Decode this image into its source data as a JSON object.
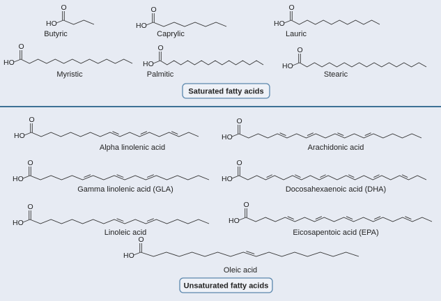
{
  "saturated": {
    "section_label": "Saturated fatty acids",
    "molecules": [
      {
        "name": "Butyric",
        "carbons": 4,
        "double_bonds": []
      },
      {
        "name": "Caprylic",
        "carbons": 8,
        "double_bonds": []
      },
      {
        "name": "Lauric",
        "carbons": 12,
        "double_bonds": []
      },
      {
        "name": "Myristic",
        "carbons": 14,
        "double_bonds": []
      },
      {
        "name": "Palmitic",
        "carbons": 16,
        "double_bonds": []
      },
      {
        "name": "Stearic",
        "carbons": 18,
        "double_bonds": []
      }
    ]
  },
  "unsaturated": {
    "section_label": "Unsaturated fatty acids",
    "molecules": [
      {
        "name": "Alpha linolenic acid",
        "carbons": 18,
        "double_bonds": [
          9,
          12,
          15
        ]
      },
      {
        "name": "Arachidonic acid",
        "carbons": 20,
        "double_bonds": [
          5,
          8,
          11,
          14
        ]
      },
      {
        "name": "Gamma linolenic acid (GLA)",
        "carbons": 18,
        "double_bonds": [
          6,
          9,
          12
        ]
      },
      {
        "name": "Docosahexaenoic acid (DHA)",
        "carbons": 22,
        "double_bonds": [
          4,
          7,
          10,
          13,
          16,
          19
        ]
      },
      {
        "name": "Linoleic acid",
        "carbons": 18,
        "double_bonds": [
          9,
          12
        ]
      },
      {
        "name": "Eicosapentoic acid (EPA)",
        "carbons": 20,
        "double_bonds": [
          5,
          8,
          11,
          14,
          17
        ]
      },
      {
        "name": "Oleic acid",
        "carbons": 18,
        "double_bonds": [
          9
        ]
      }
    ]
  },
  "atoms": {
    "hydroxyl": "HO",
    "oxygen": "O"
  },
  "colors": {
    "background": "#e7ebf3",
    "divider": "#3d7196",
    "box_border": "#5b87ad",
    "box_fill": "#eef1f7"
  }
}
